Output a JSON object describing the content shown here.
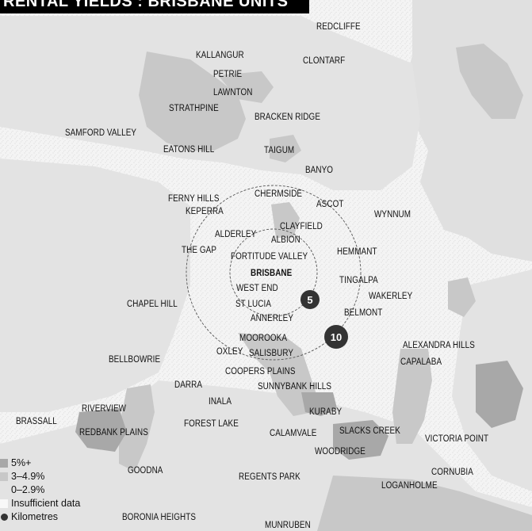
{
  "header": {
    "title": "RENTAL YIELDS : BRISBANE UNITS"
  },
  "colors": {
    "yield_5_plus": "#9a9a9a",
    "yield_3_to_4_9": "#c4c4c4",
    "yield_0_to_2_9": "#e6e6e6",
    "insufficient": "#f8f8f8",
    "rings": "#555555",
    "markers": "#333333"
  },
  "suburbs": {
    "redcliffe": "REDCLIFFE",
    "kallangur": "KALLANGUR",
    "clontarf": "CLONTARF",
    "petrie": "PETRIE",
    "lawnton": "LAWNTON",
    "strathpine": "STRATHPINE",
    "bracken_ridge": "BRACKEN RIDGE",
    "samford_valley": "SAMFORD VALLEY",
    "eatons_hill": "EATONS HILL",
    "taigum": "TAIGUM",
    "banyo": "BANYO",
    "chermside": "CHERMSIDE",
    "ferny_hills": "FERNY HILLS",
    "ascot": "ASCOT",
    "keperra": "KEPERRA",
    "wynnum": "WYNNUM",
    "clayfield": "CLAYFIELD",
    "alderley": "ALDERLEY",
    "albion": "ALBION",
    "the_gap": "THE GAP",
    "fortitude_valley": "FORTITUDE VALLEY",
    "hemmant": "HEMMANT",
    "brisbane": "BRISBANE",
    "tingalpa": "TINGALPA",
    "west_end": "WEST END",
    "wakerley": "WAKERLEY",
    "chapel_hill": "CHAPEL HILL",
    "st_lucia": "ST LUCIA",
    "belmont": "BELMONT",
    "annerley": "ANNERLEY",
    "moorooka": "MOOROOKA",
    "alexandra_hills": "ALEXANDRA HILLS",
    "oxley": "OXLEY",
    "salisbury": "SALISBURY",
    "bellbowrie": "BELLBOWRIE",
    "capalaba": "CAPALABA",
    "coopers_plains": "COOPERS PLAINS",
    "darra": "DARRA",
    "sunnybank_hills": "SUNNYBANK HILLS",
    "inala": "INALA",
    "riverview": "RIVERVIEW",
    "kuraby": "KURABY",
    "brassall": "BRASSALL",
    "forest_lake": "FOREST LAKE",
    "redbank_plains": "REDBANK PLAINS",
    "calamvale": "CALAMVALE",
    "slacks_creek": "SLACKS CREEK",
    "victoria_point": "VICTORIA POINT",
    "woodridge": "WOODRIDGE",
    "goodna": "GOODNA",
    "regents_park": "REGENTS PARK",
    "cornubia": "CORNUBIA",
    "loganholme": "LOGANHOLME",
    "boronia_heights": "BORONIA HEIGHTS",
    "munruben": "MUNRUBEN"
  },
  "rings": {
    "inner_label": "5",
    "outer_label": "10"
  },
  "legend": {
    "yield_5_plus": "5%+",
    "yield_3_to_4_9": "3–4.9%",
    "yield_0_to_2_9": "0–2.9%",
    "insufficient": "Insufficient data",
    "kilometres": "Kilometres"
  }
}
